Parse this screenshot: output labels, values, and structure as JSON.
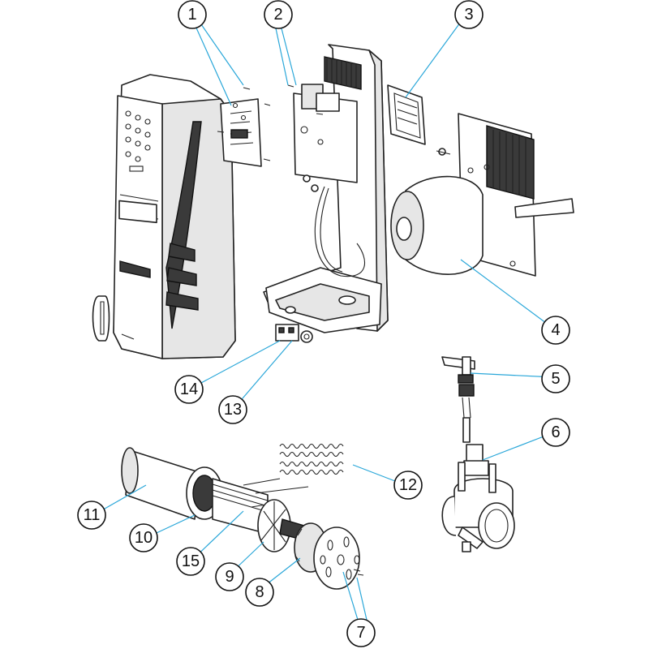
{
  "callouts": [
    {
      "id": "1",
      "label": "1"
    },
    {
      "id": "2",
      "label": "2"
    },
    {
      "id": "3",
      "label": "3"
    },
    {
      "id": "4",
      "label": "4"
    },
    {
      "id": "5",
      "label": "5"
    },
    {
      "id": "6",
      "label": "6"
    },
    {
      "id": "7",
      "label": "7"
    },
    {
      "id": "8",
      "label": "8"
    },
    {
      "id": "9",
      "label": "9"
    },
    {
      "id": "10",
      "label": "10"
    },
    {
      "id": "11",
      "label": "11"
    },
    {
      "id": "12",
      "label": "12"
    },
    {
      "id": "13",
      "label": "13"
    },
    {
      "id": "14",
      "label": "14"
    },
    {
      "id": "15",
      "label": "15"
    }
  ],
  "colors": {
    "leader": "#2aa7d9",
    "outline": "#222222",
    "background": "#ffffff"
  }
}
